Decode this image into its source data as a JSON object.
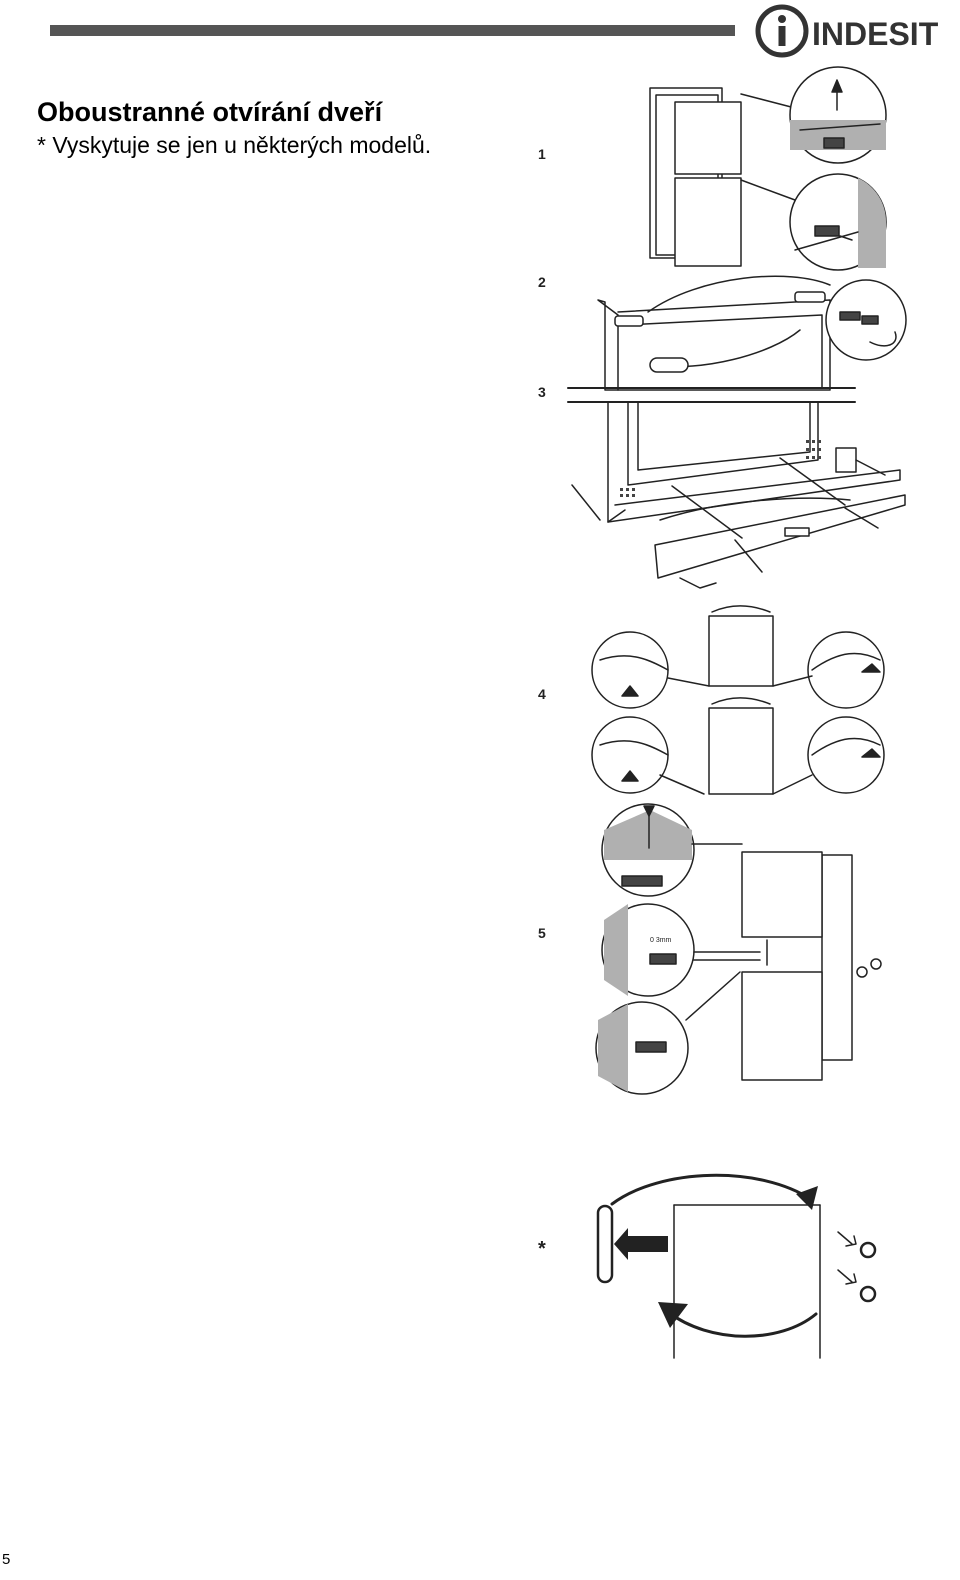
{
  "brand": {
    "name": "INDESIT"
  },
  "title": "Oboustranné otvírání dveří",
  "subtitle": "* Vyskytuje se jen u některých modelů.",
  "steps": [
    "1",
    "2",
    "3",
    "4",
    "5",
    "*"
  ],
  "figure_labels": {
    "gap": "0 3mm"
  },
  "page_number": "5",
  "colors": {
    "header_bar": "#555555",
    "magnifier_fill": "#b0b0b0",
    "line": "#222222"
  }
}
